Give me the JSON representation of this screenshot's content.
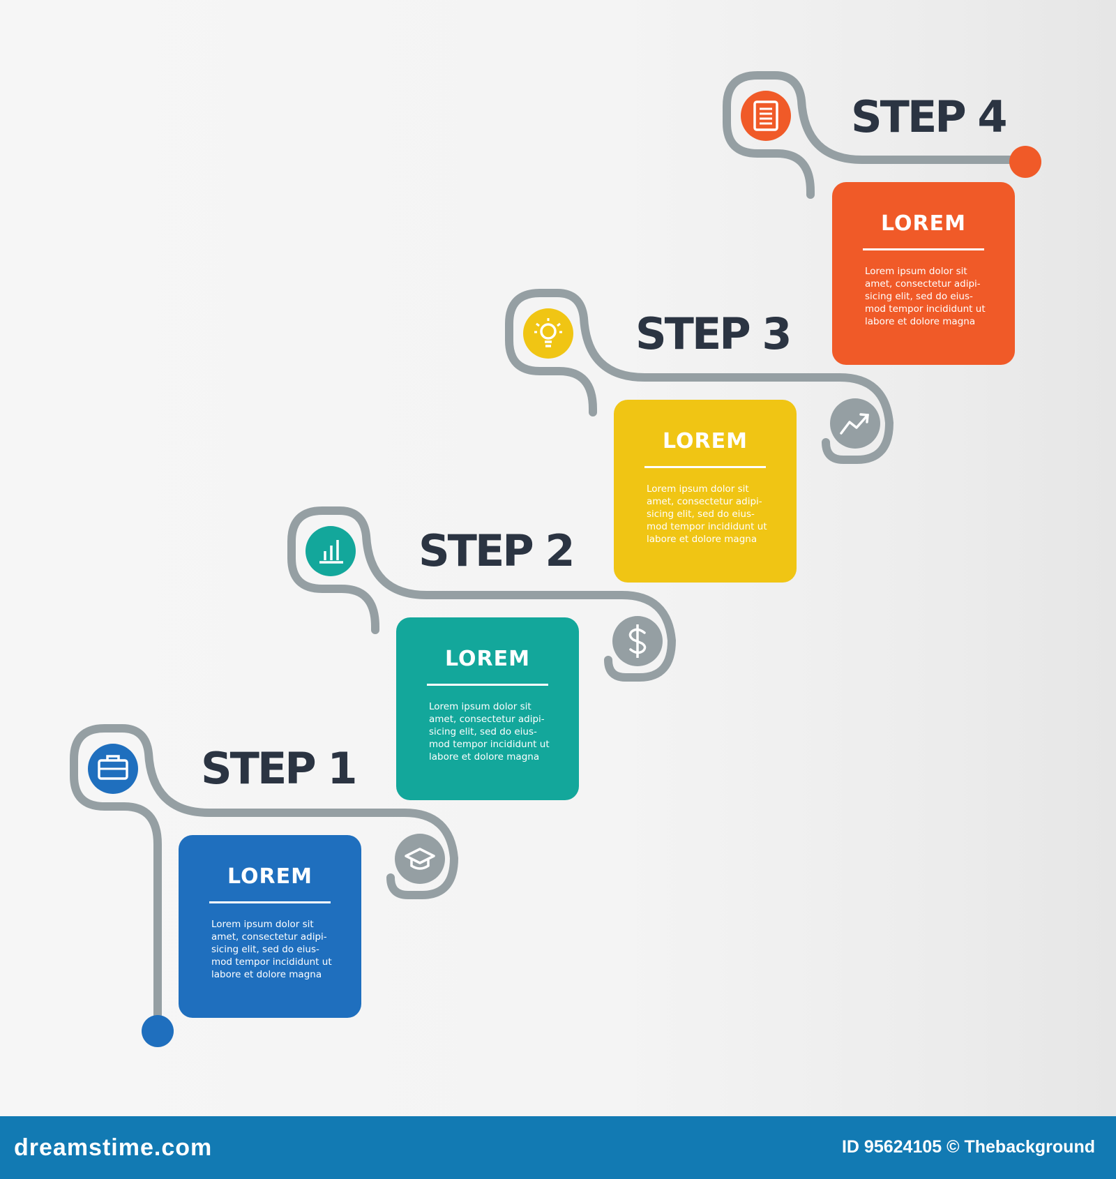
{
  "steps": [
    {
      "label": "STEP 1",
      "card_title": "LOREM",
      "card_text": "Lorem ipsum dolor sit\namet, consectetur adipi-\nsicing elit, sed do eius-\nmod tempor incididunt ut\nlabore et dolore magna",
      "icon": "briefcase-icon",
      "connector_icon": "graduation-cap-icon",
      "color": "#1f6fbe"
    },
    {
      "label": "STEP 2",
      "card_title": "LOREM",
      "card_text": "Lorem ipsum dolor sit\namet, consectetur adipi-\nsicing elit, sed do eius-\nmod tempor incididunt ut\nlabore et dolore magna",
      "icon": "bar-chart-icon",
      "connector_icon": "dollar-icon",
      "color": "#13a79b"
    },
    {
      "label": "STEP 3",
      "card_title": "LOREM",
      "card_text": "Lorem ipsum dolor sit\namet, consectetur adipi-\nsicing elit, sed do eius-\nmod tempor incididunt ut\nlabore et dolore magna",
      "icon": "lightbulb-icon",
      "connector_icon": "trend-arrow-icon",
      "color": "#f0c514"
    },
    {
      "label": "STEP 4",
      "card_title": "LOREM",
      "card_text": "Lorem ipsum dolor sit\namet, consectetur adipi-\nsicing elit, sed do eius-\nmod tempor incididunt ut\nlabore et dolore magna",
      "icon": "document-icon",
      "color": "#f05a28"
    }
  ],
  "line_color": "#959fa3",
  "connector_icon_color": "#959fa3",
  "footer": {
    "logo": "dreamstime.com",
    "id_text": "ID 95624105 © Thebackground",
    "color": "#127ab3"
  }
}
